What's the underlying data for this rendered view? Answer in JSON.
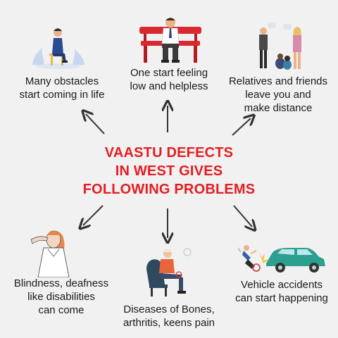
{
  "center": {
    "line1": "VAASTU DEFECTS",
    "line2": "IN WEST GIVES",
    "line3": "FOLLOWING PROBLEMS"
  },
  "items": [
    {
      "lines": [
        "Many obstacles",
        "start coming in life"
      ],
      "icon": "person-sitting-worried-icon"
    },
    {
      "lines": [
        "One start feeling",
        "low and helpless"
      ],
      "icon": "man-on-bench-icon"
    },
    {
      "lines": [
        "Relatives and friends",
        "leave you and",
        "make distance"
      ],
      "icon": "family-conflict-icon"
    },
    {
      "lines": [
        "Blindness, deafness",
        "like disabilities",
        "can come"
      ],
      "icon": "woman-headache-icon"
    },
    {
      "lines": [
        "Diseases of Bones,",
        "arthritis, keens pain"
      ],
      "icon": "elderly-knee-pain-icon"
    },
    {
      "lines": [
        "Vehicle accidents",
        "can start happening"
      ],
      "icon": "car-accident-icon"
    }
  ],
  "colors": {
    "accent": "#e31e24",
    "text": "#1a1a1a",
    "background": "#f1f1f1",
    "arrow": "#333333"
  }
}
